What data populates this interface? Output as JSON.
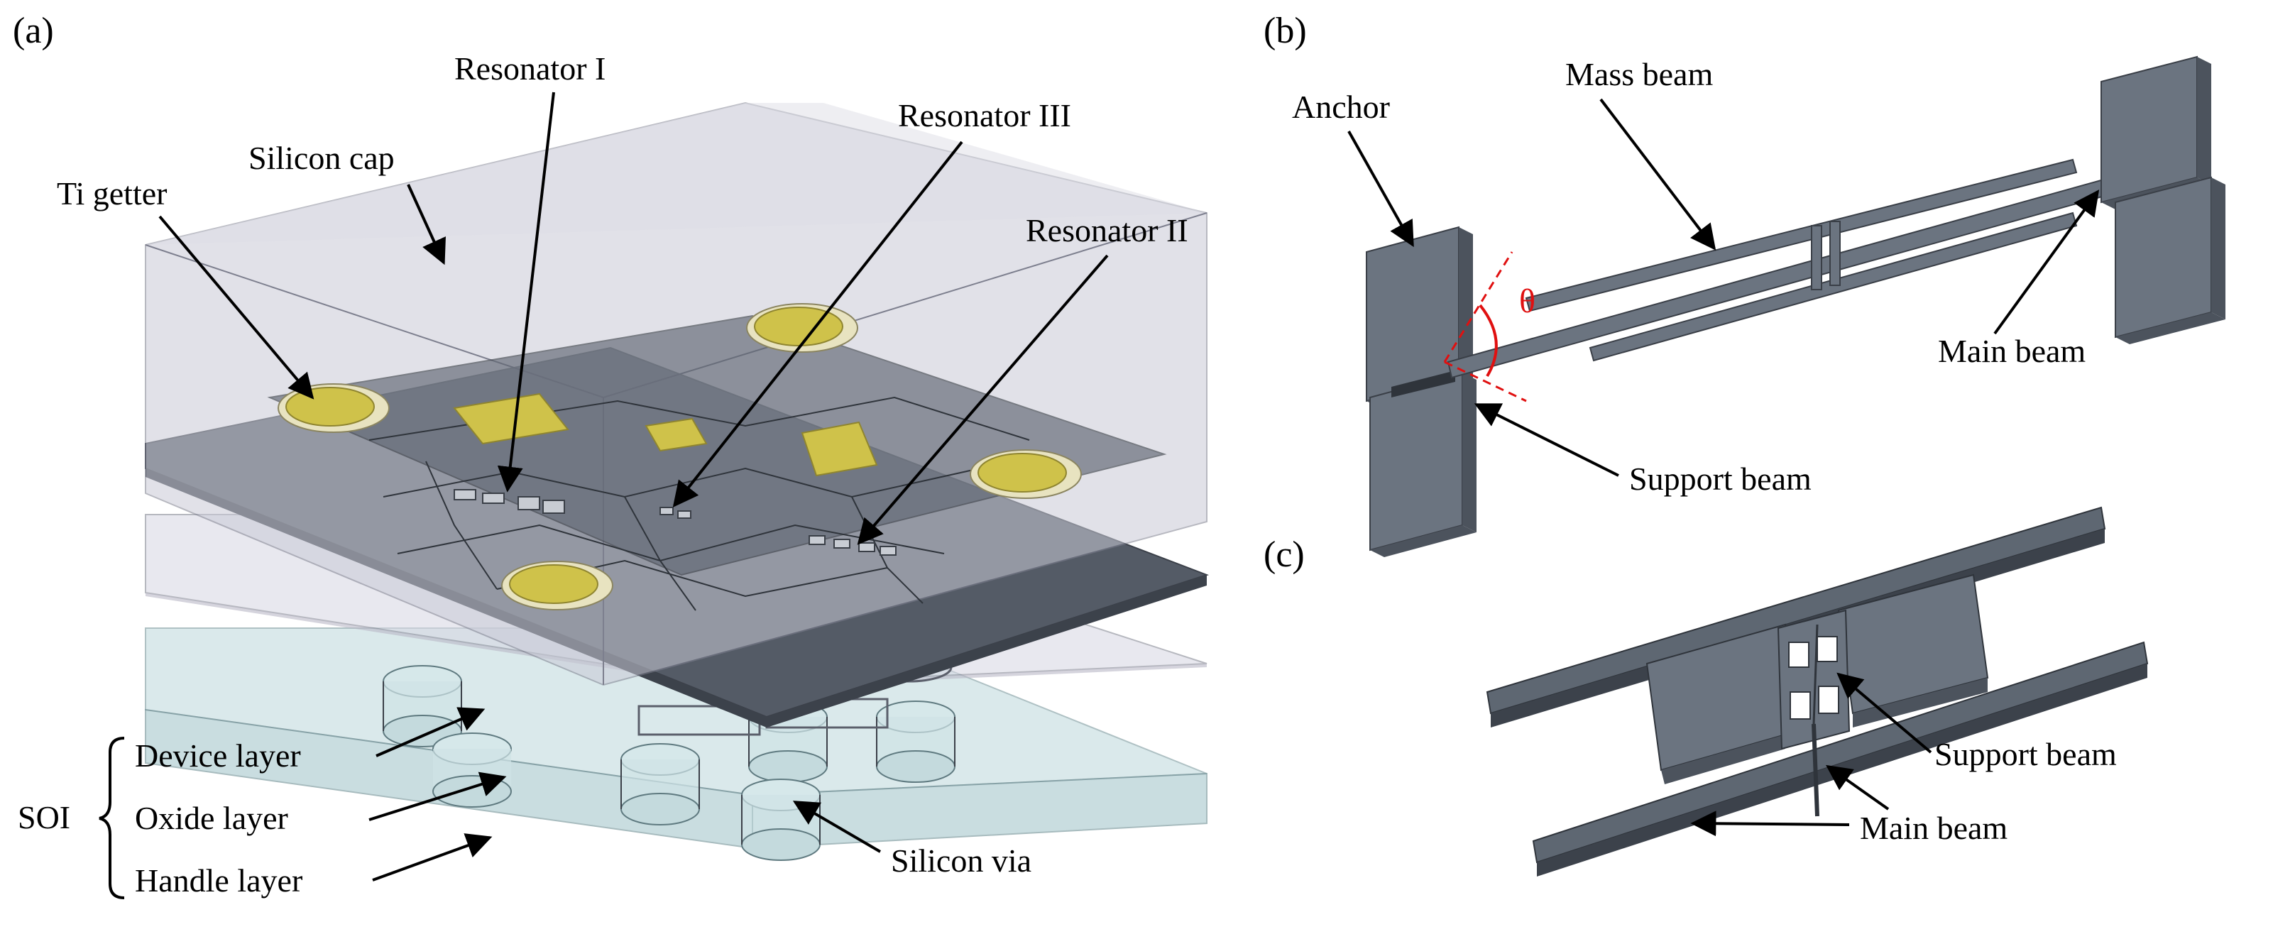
{
  "panels": {
    "a": {
      "tag": "(a)",
      "labels": {
        "resonator_1": "Resonator I",
        "resonator_3": "Resonator III",
        "resonator_2": "Resonator II",
        "silicon_cap": "Silicon cap",
        "ti_getter": "Ti getter",
        "soi": "SOI",
        "device_layer": "Device layer",
        "oxide_layer": "Oxide layer",
        "handle_layer": "Handle layer",
        "silicon_via": "Silicon via"
      }
    },
    "b": {
      "tag": "(b)",
      "labels": {
        "anchor": "Anchor",
        "mass_beam": "Mass beam",
        "main_beam": "Main beam",
        "support_beam": "Support beam",
        "theta": "θ"
      }
    },
    "c": {
      "tag": "(c)",
      "labels": {
        "support_beam": "Support beam",
        "main_beam": "Main beam"
      }
    }
  },
  "colors": {
    "cap_fill": "#c9cad6",
    "device_layer": "#545b66",
    "getter_gold": "#cfc24a",
    "handle_fill": "#bcd8dc",
    "structure_gray": "#6b7480",
    "theta_red": "#e01010"
  }
}
